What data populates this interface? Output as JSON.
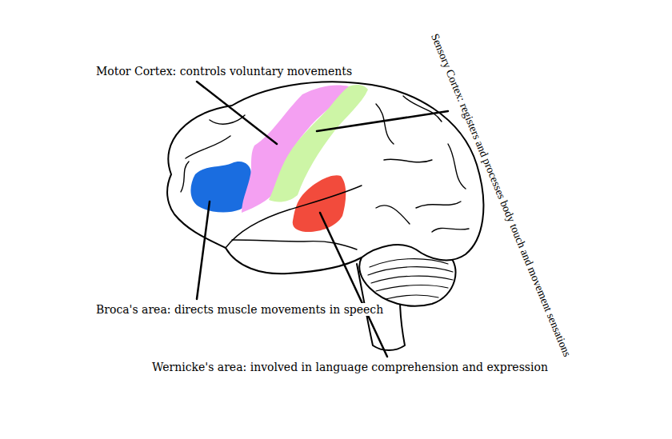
{
  "diagram": {
    "labels": [
      "Motor Cortex: controls voluntary movements",
      "Sensory Cortex: registers and processes body touch and movement sensations",
      "Broca's area: directs muscle movements in speech",
      "Wernicke's area: involved in language comprehension and expression"
    ]
  }
}
